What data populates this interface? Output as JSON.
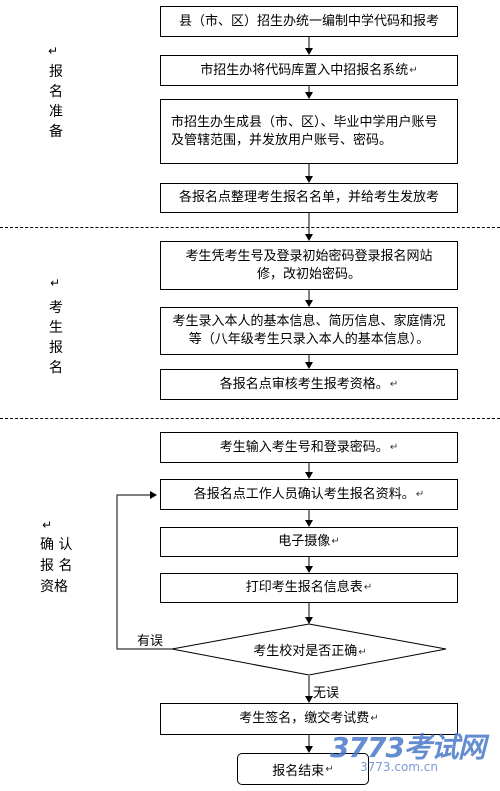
{
  "stages": {
    "prep": "报名准备",
    "student": "考生报名",
    "confirm_line1": "确  认",
    "confirm_line2": "报  名",
    "confirm_line3": "资格"
  },
  "steps": [
    "县（市、区）招生办统一编制中学代码和报考",
    "市招生办将代码库置入中招报名系统",
    "市招生办生成县（市、区）、毕业中学用户账号及管辖范围，并发放用户账号、密码。",
    "各报名点整理考生报名名单，并给考生发放考",
    "考生凭考生号及登录初始密码登录报名网站修，改初始密码。",
    "考生录入本人的基本信息、简历信息、家庭情况等（八年级考生只录入本人的基本信息）。",
    "各报名点审核考生报考资格。",
    "考生输入考生号和登录密码。",
    "各报名点工作人员确认考生报名资料。",
    "电子摄像",
    "打印考生报名信息表"
  ],
  "decision": "考生校对是否正确",
  "branch_error": "有误",
  "branch_ok": "无误",
  "final_step": "考生签名，缴交考试费",
  "end": "报名结束",
  "watermark": {
    "main": "3773考试网",
    "url": "3773.com.cn"
  },
  "paragraph_mark": "↵"
}
